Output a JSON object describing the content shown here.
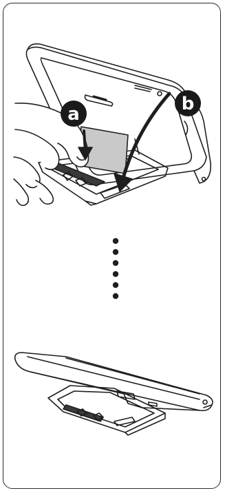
{
  "steps": {
    "a": {
      "label": "a"
    },
    "b": {
      "label": "b"
    }
  },
  "colors": {
    "ink": "#1e1e1e",
    "paper_insert": "#c9c9c9",
    "badge": "#1a1a1a"
  },
  "icons": [
    "hand-icon",
    "press-arrow-icon",
    "fold-arrow-icon",
    "continuation-dots"
  ]
}
